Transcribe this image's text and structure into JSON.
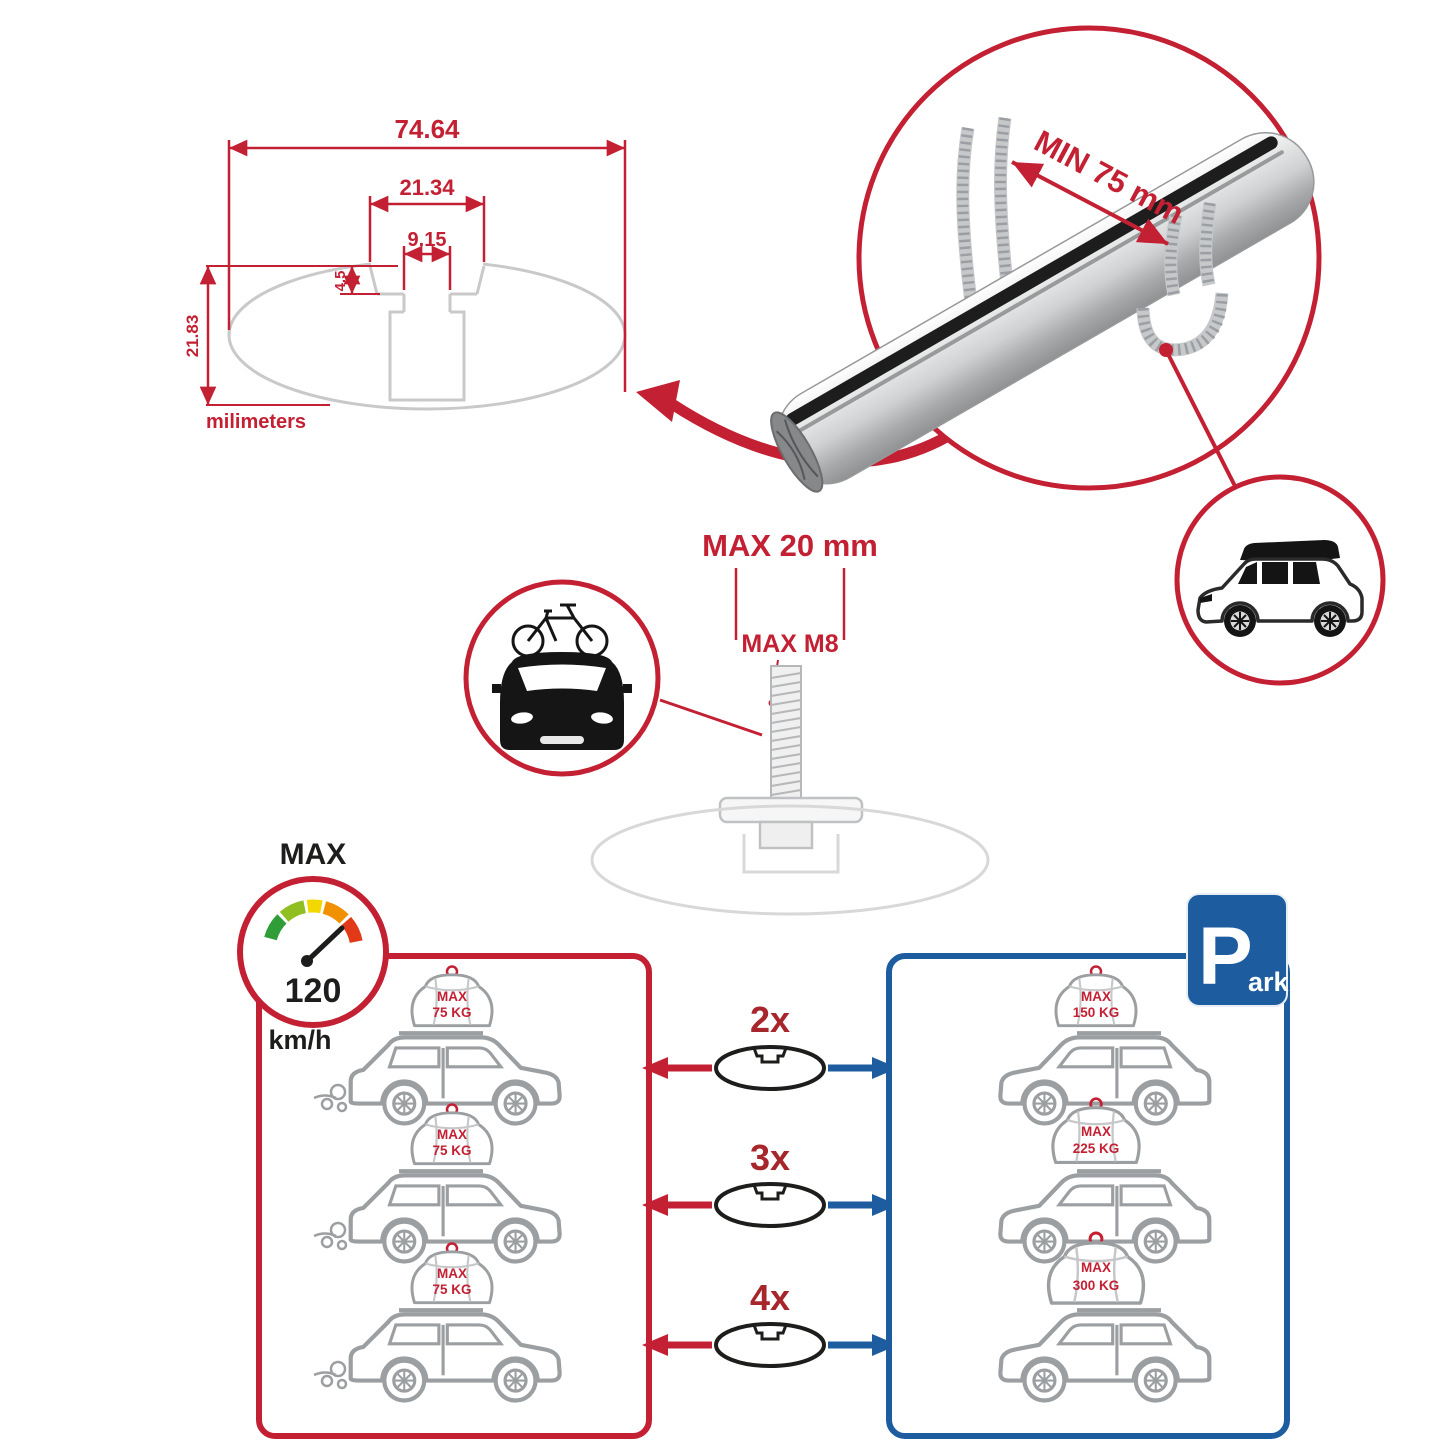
{
  "colors": {
    "accent_red": "#c42033",
    "accent_blue": "#1d5d9f",
    "dark": "#1d1d1b",
    "car_gray": "#9c9fa1"
  },
  "dimensions": {
    "total_width": "74.64",
    "slot_outer_width": "21.34",
    "slot_inner_width": "9.15",
    "slot_depth": "4.5",
    "total_height": "21.83",
    "unit_label": "milimeters"
  },
  "bar_detail": {
    "min_spacing_label": "MIN 75 mm"
  },
  "bolt_detail": {
    "max_length_label": "MAX 20 mm",
    "max_thread_label": "MAX M8"
  },
  "speed_limit": {
    "max_label": "MAX",
    "value": "120",
    "unit_label": "km/h"
  },
  "park_sign": {
    "text_main": "P",
    "text_suffix": "ark"
  },
  "comparison_rows": [
    {
      "multiplier": "2x",
      "left_load_line1": "MAX",
      "left_load_line2": "75 KG",
      "right_load_line1": "MAX",
      "right_load_line2": "150 KG"
    },
    {
      "multiplier": "3x",
      "left_load_line1": "MAX",
      "left_load_line2": "75 KG",
      "right_load_line1": "MAX",
      "right_load_line2": "225 KG"
    },
    {
      "multiplier": "4x",
      "left_load_line1": "MAX",
      "left_load_line2": "75 KG",
      "right_load_line1": "MAX",
      "right_load_line2": "300 KG"
    }
  ]
}
